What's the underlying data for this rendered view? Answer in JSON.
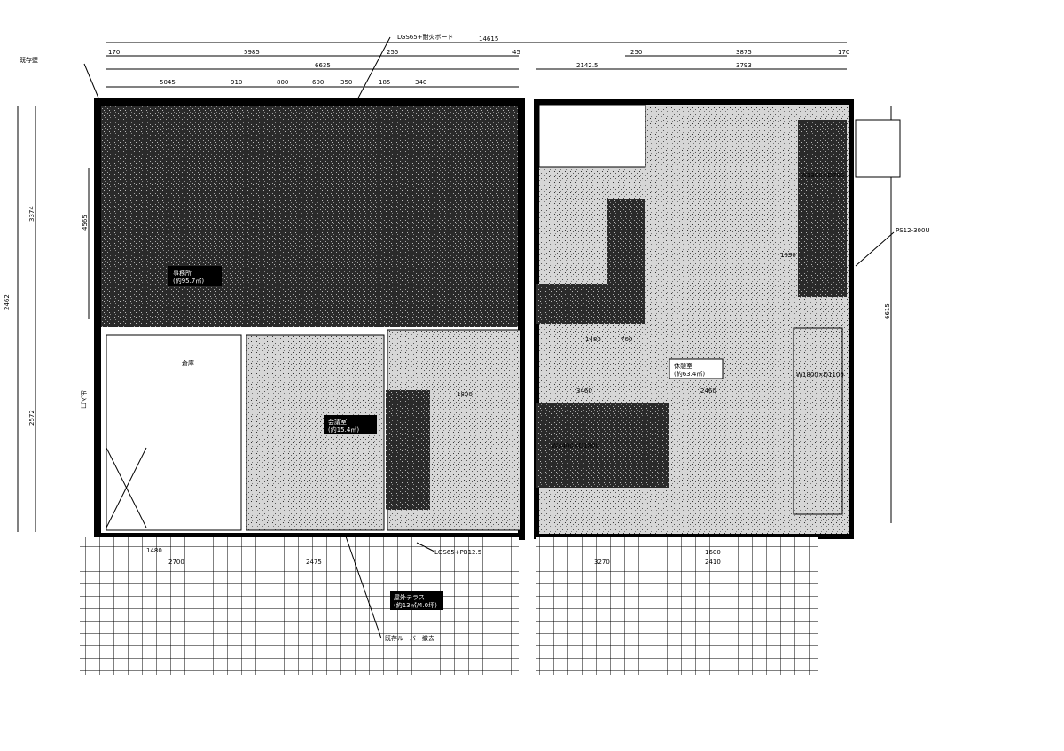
{
  "drawing": {
    "top_dimensions": {
      "overall": "14615",
      "row1": [
        "170",
        "5985",
        "255",
        "45"
      ],
      "row2": [
        "6635"
      ],
      "row3": [
        "5045",
        "910",
        "800",
        "600",
        "350",
        "185",
        "340"
      ],
      "right_row1": [
        "250",
        "3875",
        "170"
      ],
      "right_row2": [
        "2142.5",
        "3793"
      ]
    },
    "callouts": {
      "top_left": "既存壁",
      "top_center": "LGS65+耐火ボード",
      "right": "PS12-300U",
      "bottom_center": "LGS65+PB12.5",
      "bottom_center2": "既存ルーバー撤去"
    },
    "side_dimensions": [
      "2462",
      "2572",
      "3374",
      "4565",
      "6615"
    ],
    "bottom_dimensions": [
      "1480",
      "2700",
      "2475",
      "3270",
      "1600",
      "2410"
    ],
    "interior_dimensions": [
      "3460",
      "2460",
      "1480",
      "700",
      "1800",
      "1990"
    ],
    "rooms": {
      "office": [
        "事務所",
        "(約95.7㎡)"
      ],
      "meeting": [
        "会議室",
        "(約15.4㎡)"
      ],
      "lounge": [
        "休憩室",
        "(約63.4㎡)"
      ],
      "terrace": [
        "屋外テラス",
        "(約13㎡/4.0坪)"
      ],
      "storage": "倉庫",
      "entrance": "出入口",
      "cabinet1": "W1800×D700",
      "cabinet2": "W1800×D1100",
      "table": "W3400×D1800"
    }
  }
}
